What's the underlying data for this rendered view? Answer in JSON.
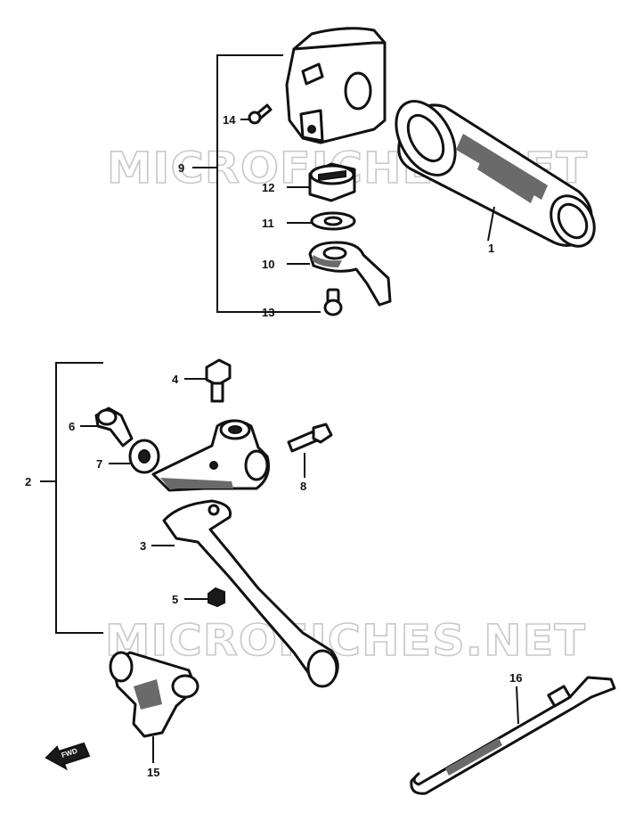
{
  "diagram": {
    "watermark_text": "MICROFICHES.NET",
    "fwd_label": "FWD",
    "callouts": {
      "c1": "1",
      "c2": "2",
      "c3": "3",
      "c4": "4",
      "c5": "5",
      "c6": "6",
      "c7": "7",
      "c8": "8",
      "c9": "9",
      "c10": "10",
      "c11": "11",
      "c12": "12",
      "c13": "13",
      "c14": "14",
      "c15": "15",
      "c16": "16"
    },
    "colors": {
      "ink": "#111111",
      "watermark": "#c9c9c9"
    }
  }
}
